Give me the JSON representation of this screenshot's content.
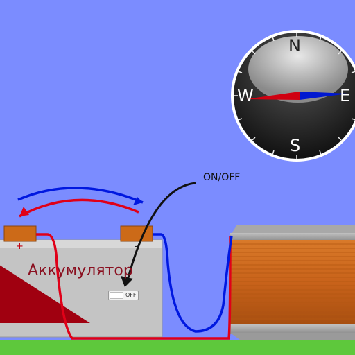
{
  "labels": {
    "switch_caption": "ON/OFF",
    "battery_name": "Аккумулятор",
    "positive_terminal": "+",
    "negative_terminal": "-",
    "switch_state": "OFF"
  },
  "compass": {
    "north": "N",
    "south": "S",
    "west": "W",
    "east": "E"
  },
  "colors": {
    "sky": "#7b8cff",
    "ground": "#5ec83c",
    "positive_wire": "#e00018",
    "negative_wire": "#0018e0",
    "coil_copper": "#c8621a",
    "battery_body": "#c8c8c8",
    "terminal": "#cc6a18"
  }
}
